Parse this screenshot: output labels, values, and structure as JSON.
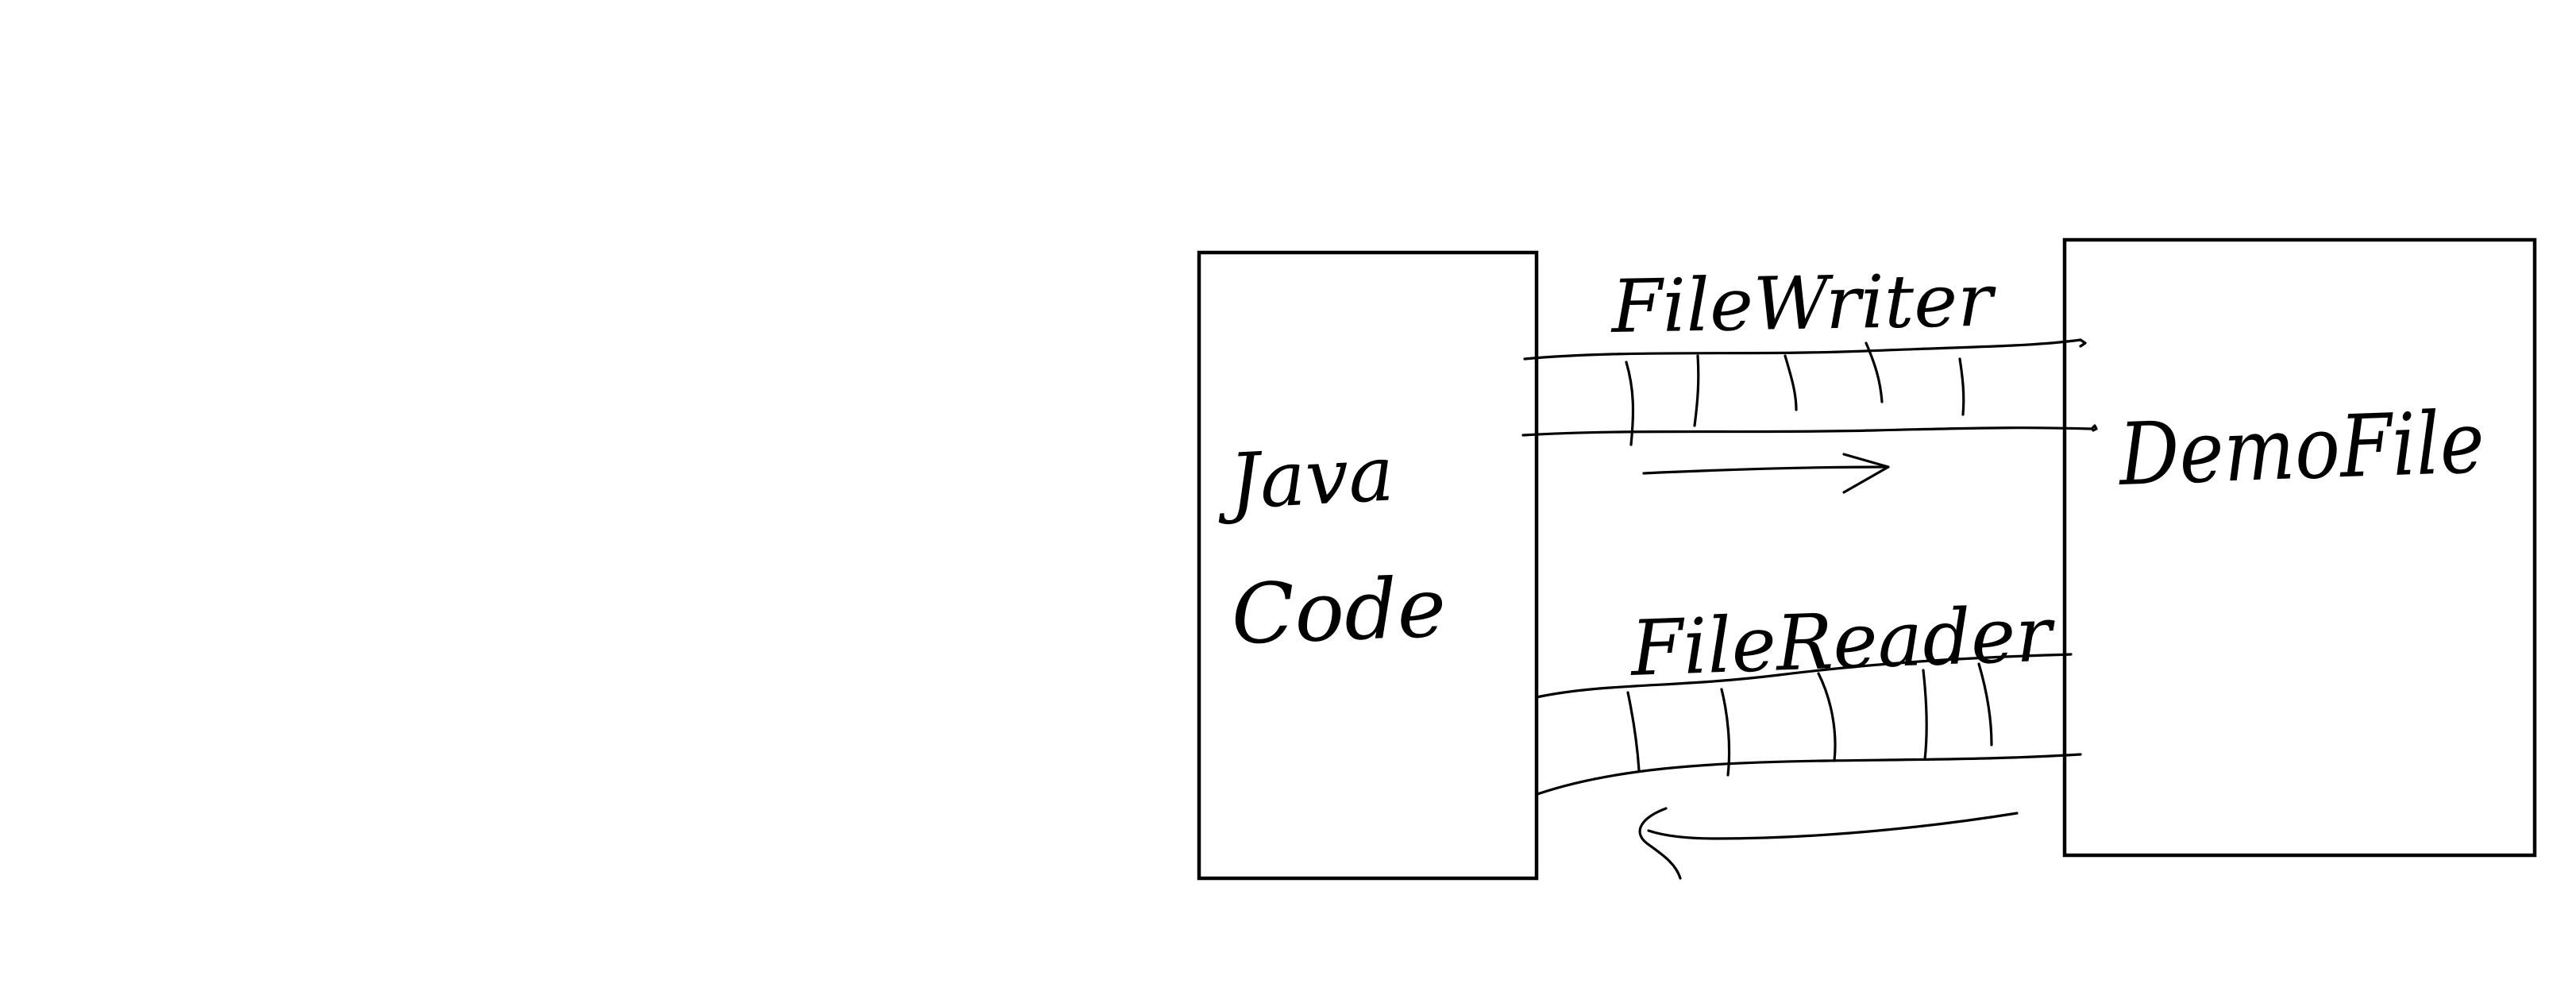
{
  "diagram": {
    "nodes": [
      {
        "id": "java-code",
        "label_line1": "Java",
        "label_line2": "Code"
      },
      {
        "id": "demo-file",
        "label": "DemoFile"
      }
    ],
    "streams": [
      {
        "id": "filewriter",
        "label": "FileWriter",
        "direction": "java-code -> demo-file"
      },
      {
        "id": "filereader",
        "label": "FileReader",
        "direction": "demo-file -> java-code"
      }
    ],
    "colors": {
      "ink": "#000000",
      "background": "#ffffff"
    }
  }
}
